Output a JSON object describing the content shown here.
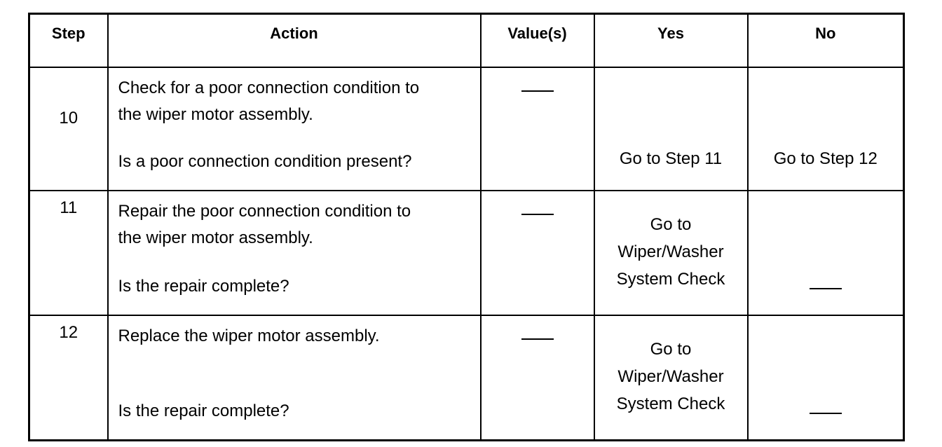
{
  "headers": {
    "step": "Step",
    "action": "Action",
    "values": "Value(s)",
    "yes": "Yes",
    "no": "No"
  },
  "rows": [
    {
      "step": "10",
      "action_line1": "Check for a poor connection condition to",
      "action_line2": "the wiper motor assembly.",
      "question": "Is a poor connection condition present?",
      "value": "",
      "yes": "Go to Step 11",
      "no": "Go to Step 12"
    },
    {
      "step": "11",
      "action_line1": "Repair the poor connection condition to",
      "action_line2": "the wiper motor assembly.",
      "question": "Is the repair complete?",
      "value": "",
      "yes_line1": "Go to",
      "yes_line2": "Wiper/Washer",
      "yes_line3": "System Check",
      "no": ""
    },
    {
      "step": "12",
      "action_line1": "Replace the wiper motor assembly.",
      "question": "Is the repair complete?",
      "value": "",
      "yes_line1": "Go to",
      "yes_line2": "Wiper/Washer",
      "yes_line3": "System Check",
      "no": ""
    }
  ]
}
